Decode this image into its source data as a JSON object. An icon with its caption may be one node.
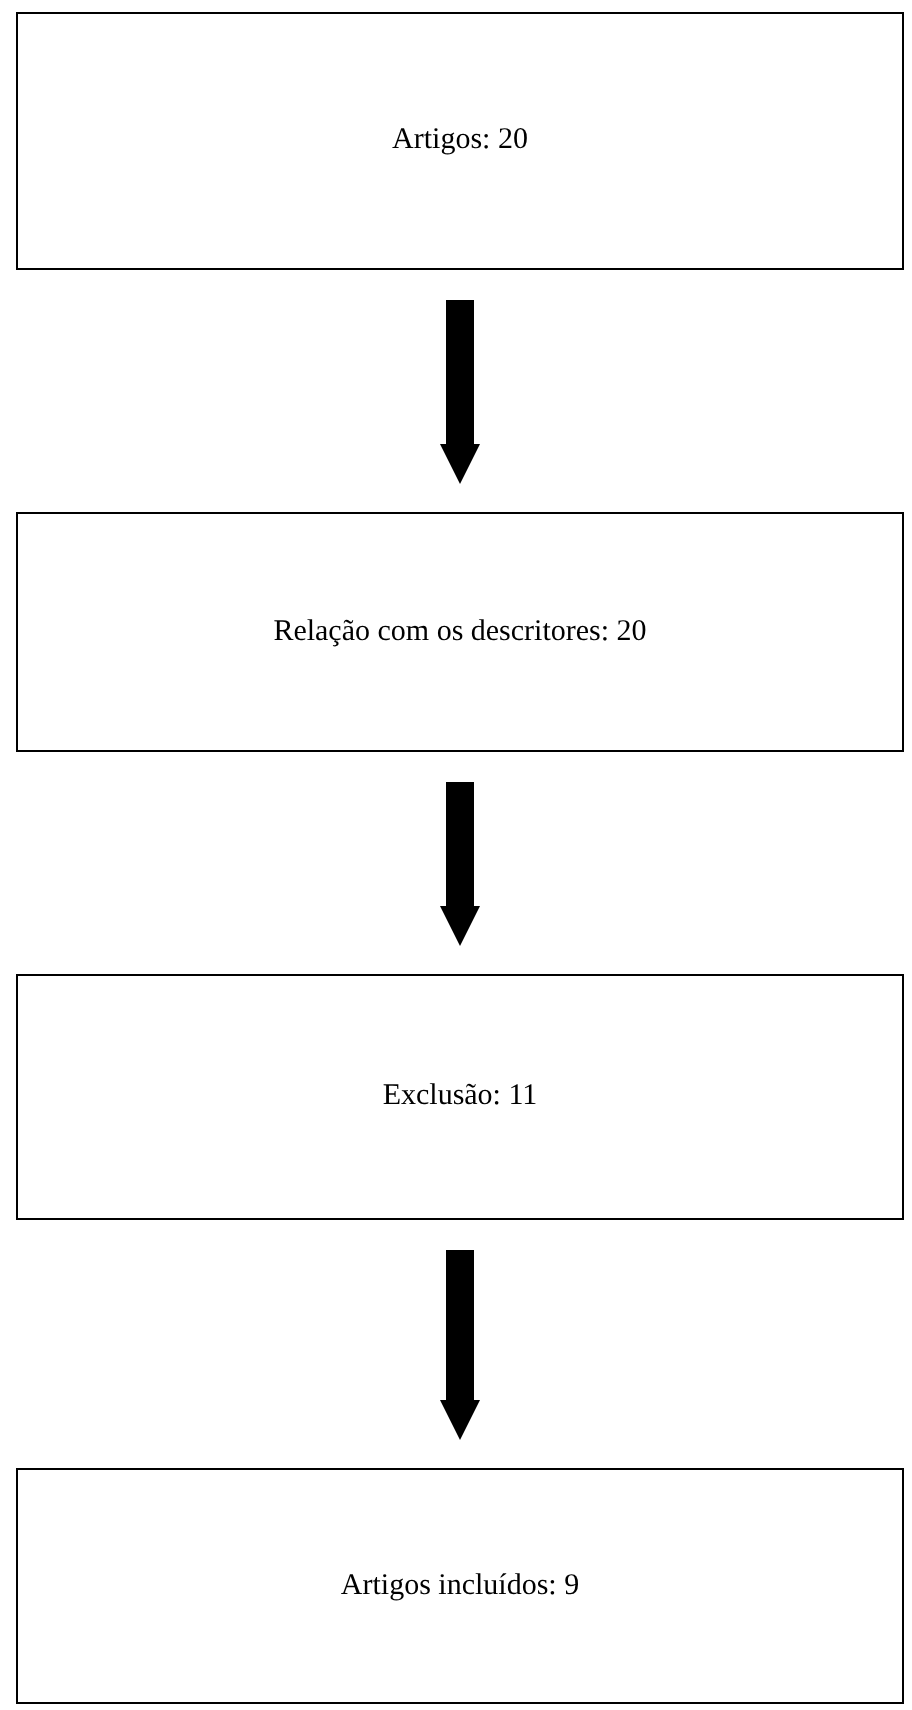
{
  "diagram": {
    "nodes": [
      {
        "text": [
          "Artigos: 20"
        ]
      },
      {
        "text": [
          "Relação com os descritores: 20"
        ]
      },
      {
        "text": [
          "Exclusão: 11"
        ]
      },
      {
        "text": [
          "Artigos incluídos: 9"
        ]
      }
    ],
    "edges": [
      {
        "from": 0,
        "to": 1,
        "arrow": "to"
      },
      {
        "from": 1,
        "to": 2,
        "arrow": "to"
      },
      {
        "from": 2,
        "to": 3,
        "arrow": "to"
      }
    ]
  }
}
